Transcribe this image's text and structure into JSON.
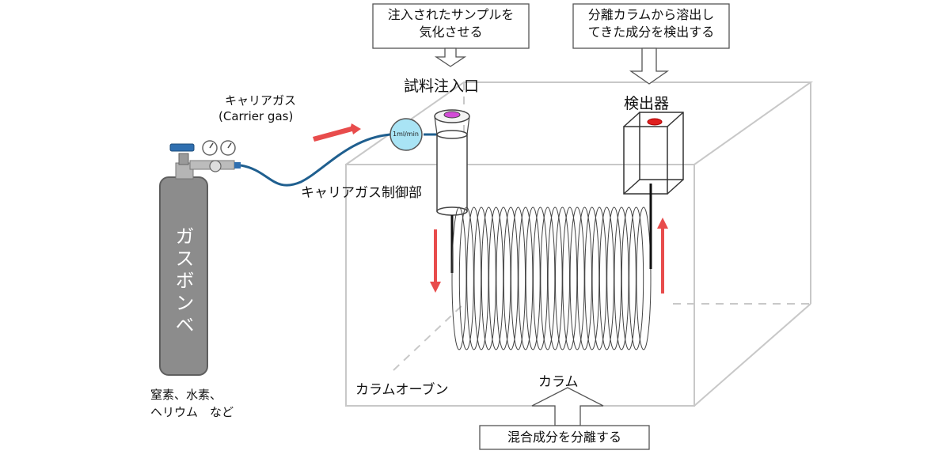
{
  "colors": {
    "oven_line": "#c8c8c8",
    "arrow_red": "#e84c4c",
    "tube_blue": "#1f5f8f",
    "cylinder_gray": "#8c8c8c",
    "cylinder_dark": "#6e6e6e",
    "valve_blue": "#2f6fb0",
    "flow_meter": "#a9e4f5",
    "injector_pink": "#d24bd6",
    "detector_red": "#e02020"
  },
  "labels": {
    "gas_cylinder": "ガスボンベ",
    "gas_types_line1": "窒素、水素、",
    "gas_types_line2": "ヘリウム　など",
    "carrier_gas_jp": "キャリアガス",
    "carrier_gas_en": "(Carrier gas)",
    "flow_rate": "1ml/min",
    "carrier_controller": "キャリアガス制御部",
    "injector": "試料注入口",
    "detector": "検出器",
    "column": "カラム",
    "column_oven": "カラムオーブン"
  },
  "callouts": {
    "injector_line1": "注入されたサンプルを",
    "injector_line2": "気化させる",
    "detector_line1": "分離カラムから溶出し",
    "detector_line2": "てきた成分を検出する",
    "column": "混合成分を分離する"
  },
  "icons": [
    "gas-cylinder-icon",
    "pressure-gauge-icon",
    "valve-handle-icon",
    "flow-meter-icon",
    "injector-port-icon",
    "detector-box-icon",
    "column-coil-icon",
    "flow-arrow-icon"
  ]
}
